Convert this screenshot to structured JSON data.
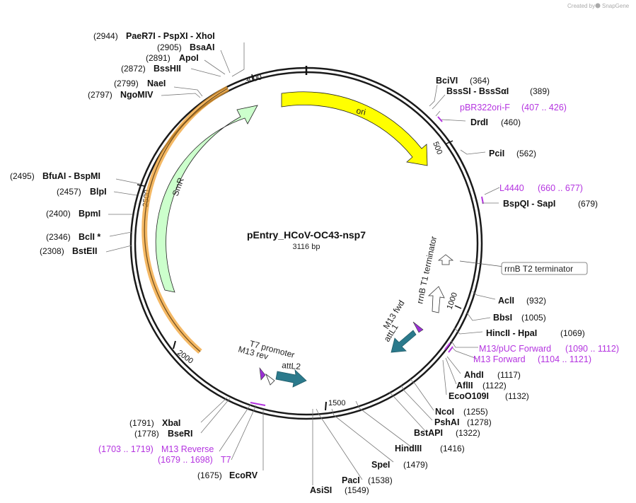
{
  "header": {
    "created_by": "Created by",
    "brand": "SnapGene"
  },
  "plasmid": {
    "name": "pEntry_HCoV-OC43-nsp7",
    "length": "3116 bp"
  },
  "ticks": [
    "3000",
    "500",
    "1000",
    "1500",
    "2000",
    "2500"
  ],
  "features": {
    "ori": "ori",
    "smr": "SmR",
    "rrnb_t1": "rrnB T1 terminator",
    "rrnb_t2": "rrnB T2 terminator",
    "m13_fwd": "M13 fwd",
    "attl1": "attL1",
    "attl2": "attL2",
    "t7_promoter": "T7 promoter",
    "m13_rev": "M13 rev"
  },
  "sites": [
    {
      "num": "(2944)",
      "name": "PaeR7I  - PspXI  - XhoI"
    },
    {
      "num": "(2905)",
      "name": "BsaAI"
    },
    {
      "num": "(2891)",
      "name": "ApoI"
    },
    {
      "num": "(2872)",
      "name": "BssHII"
    },
    {
      "num": "(2799)",
      "name": "NaeI"
    },
    {
      "num": "(2797)",
      "name": "NgoMIV"
    },
    {
      "num": "(2495)",
      "name": "BfuAI  - BspMI"
    },
    {
      "num": "(2457)",
      "name": "BlpI"
    },
    {
      "num": "(2400)",
      "name": "BpmI"
    },
    {
      "num": "(2346)",
      "name": "BclI *"
    },
    {
      "num": "(2308)",
      "name": "BstEII"
    },
    {
      "num": "(1791)",
      "name": "XbaI"
    },
    {
      "num": "(1778)",
      "name": "BseRI"
    },
    {
      "num": "(1675)",
      "name": "EcoRV"
    },
    {
      "name": "BciVI",
      "num": "(364)"
    },
    {
      "name": "BssSI  - BssSαI",
      "num": "(389)"
    },
    {
      "name": "DrdI",
      "num": "(460)"
    },
    {
      "name": "PciI",
      "num": "(562)"
    },
    {
      "name": "BspQI  - SapI",
      "num": "(679)"
    },
    {
      "name": "AclI",
      "num": "(932)"
    },
    {
      "name": "BbsI",
      "num": "(1005)"
    },
    {
      "name": "HincII  - HpaI",
      "num": "(1069)"
    },
    {
      "name": "AhdI",
      "num": "(1117)"
    },
    {
      "name": "AflII",
      "num": "(1122)"
    },
    {
      "name": "EcoO109I",
      "num": "(1132)"
    },
    {
      "name": "NcoI",
      "num": "(1255)"
    },
    {
      "name": "PshAI",
      "num": "(1278)"
    },
    {
      "name": "BstAPI",
      "num": "(1322)"
    },
    {
      "name": "HindIII",
      "num": "(1416)"
    },
    {
      "name": "SpeI",
      "num": "(1479)"
    },
    {
      "name": "PacI",
      "num": "(1538)"
    },
    {
      "name": "AsiSI",
      "num": "(1549)"
    }
  ],
  "primers": [
    {
      "name": "pBR322ori-F",
      "range": "(407 .. 426)"
    },
    {
      "name": "L4440",
      "range": "(660 .. 677)"
    },
    {
      "name": "M13/pUC Forward",
      "range": "(1090 .. 1112)"
    },
    {
      "name": "M13 Forward",
      "range": "(1104 .. 1121)"
    },
    {
      "range": "(1703 .. 1719)",
      "name": "M13 Reverse"
    },
    {
      "range": "(1679 .. 1698)",
      "name": "T7"
    }
  ],
  "colors": {
    "backbone": "#1a1a1a",
    "ori": "#ffff00",
    "smr": "#ccffcc",
    "att": "#2b7a8c",
    "primer": "#b434e0",
    "promoter": "#ffffff",
    "highlight": "#f0a030"
  }
}
